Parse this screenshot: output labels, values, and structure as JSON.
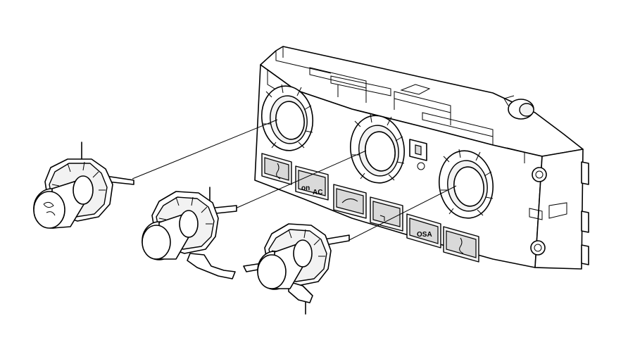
{
  "buttons": {
    "ac_label": "AC",
    "on_label": "on",
    "osa_label": "OSA"
  }
}
